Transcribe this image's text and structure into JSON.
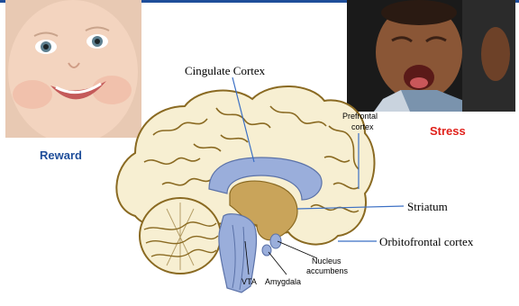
{
  "captions": {
    "reward": "Reward",
    "stress": "Stress"
  },
  "labels": {
    "cingulate_cortex": "Cingulate Cortex",
    "prefrontal_cortex_line1": "Prefrontal",
    "prefrontal_cortex_line2": "cortex",
    "striatum": "Striatum",
    "orbitofrontal_cortex": "Orbitofrontal cortex",
    "nucleus_accumbens_line1": "Nucleus",
    "nucleus_accumbens_line2": "accumbens",
    "vta": "VTA",
    "amygdala": "Amygdala"
  },
  "colors": {
    "brand_blue": "#1f4e9a",
    "stress_red": "#e0211b",
    "leader_blue": "#3b6fc4",
    "brain_fill": "#f7efd2",
    "brain_outline": "#8a6a22",
    "midbrain_blue": "#9aaedb",
    "striatum_tan": "#c9a45a"
  },
  "images": {
    "left_photo": "smiling-baby-photo",
    "right_photo": "crying-baby-photo"
  }
}
